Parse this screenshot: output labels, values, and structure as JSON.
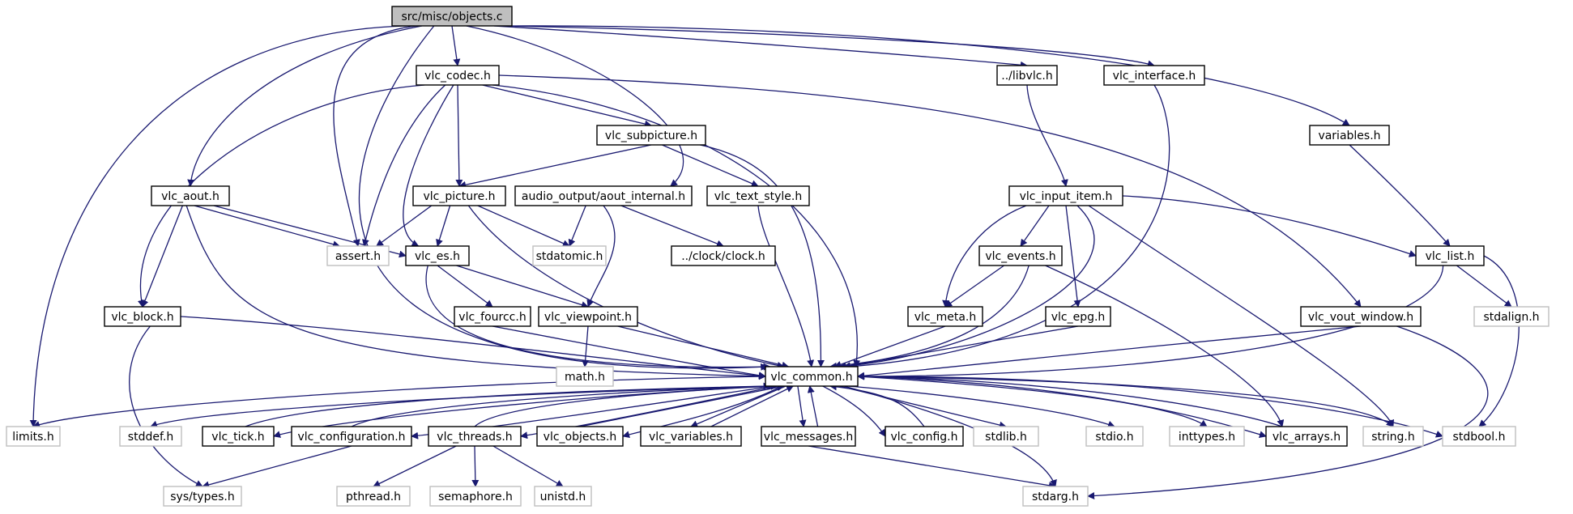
{
  "colors": {
    "edge": "#191970",
    "root_fill": "#bfbfbf",
    "node_border": "#000000",
    "ghost_border": "#bfbfbf",
    "node_fill": "#ffffff"
  },
  "nodes": [
    {
      "id": "root",
      "label": "src/misc/objects.c",
      "kind": "root"
    },
    {
      "id": "vlc_codec",
      "label": "vlc_codec.h",
      "kind": "normal"
    },
    {
      "id": "libvlc",
      "label": "../libvlc.h",
      "kind": "normal"
    },
    {
      "id": "vlc_interface",
      "label": "vlc_interface.h",
      "kind": "normal"
    },
    {
      "id": "variables",
      "label": "variables.h",
      "kind": "normal"
    },
    {
      "id": "vlc_subpicture",
      "label": "vlc_subpicture.h",
      "kind": "normal"
    },
    {
      "id": "vlc_aout",
      "label": "vlc_aout.h",
      "kind": "normal"
    },
    {
      "id": "vlc_picture",
      "label": "vlc_picture.h",
      "kind": "normal"
    },
    {
      "id": "aout_internal",
      "label": "audio_output/aout_internal.h",
      "kind": "normal"
    },
    {
      "id": "vlc_text_style",
      "label": "vlc_text_style.h",
      "kind": "normal"
    },
    {
      "id": "vlc_input_item",
      "label": "vlc_input_item.h",
      "kind": "normal"
    },
    {
      "id": "assert",
      "label": "assert.h",
      "kind": "ghost"
    },
    {
      "id": "vlc_es",
      "label": "vlc_es.h",
      "kind": "normal"
    },
    {
      "id": "stdatomic",
      "label": "stdatomic.h",
      "kind": "ghost"
    },
    {
      "id": "clock",
      "label": "../clock/clock.h",
      "kind": "normal"
    },
    {
      "id": "vlc_events",
      "label": "vlc_events.h",
      "kind": "normal"
    },
    {
      "id": "vlc_list",
      "label": "vlc_list.h",
      "kind": "normal"
    },
    {
      "id": "vlc_block",
      "label": "vlc_block.h",
      "kind": "normal"
    },
    {
      "id": "vlc_fourcc",
      "label": "vlc_fourcc.h",
      "kind": "normal"
    },
    {
      "id": "vlc_viewpoint",
      "label": "vlc_viewpoint.h",
      "kind": "normal"
    },
    {
      "id": "vlc_meta",
      "label": "vlc_meta.h",
      "kind": "normal"
    },
    {
      "id": "vlc_epg",
      "label": "vlc_epg.h",
      "kind": "normal"
    },
    {
      "id": "vlc_vout_window",
      "label": "vlc_vout_window.h",
      "kind": "normal"
    },
    {
      "id": "stdalign",
      "label": "stdalign.h",
      "kind": "ghost"
    },
    {
      "id": "math",
      "label": "math.h",
      "kind": "ghost"
    },
    {
      "id": "vlc_common",
      "label": "vlc_common.h",
      "kind": "normal"
    },
    {
      "id": "limits",
      "label": "limits.h",
      "kind": "ghost"
    },
    {
      "id": "stddef",
      "label": "stddef.h",
      "kind": "ghost"
    },
    {
      "id": "vlc_tick",
      "label": "vlc_tick.h",
      "kind": "normal"
    },
    {
      "id": "vlc_configuration",
      "label": "vlc_configuration.h",
      "kind": "normal"
    },
    {
      "id": "vlc_threads",
      "label": "vlc_threads.h",
      "kind": "normal"
    },
    {
      "id": "vlc_objects",
      "label": "vlc_objects.h",
      "kind": "normal"
    },
    {
      "id": "vlc_variables",
      "label": "vlc_variables.h",
      "kind": "normal"
    },
    {
      "id": "vlc_messages",
      "label": "vlc_messages.h",
      "kind": "normal"
    },
    {
      "id": "vlc_config",
      "label": "vlc_config.h",
      "kind": "normal"
    },
    {
      "id": "stdlib",
      "label": "stdlib.h",
      "kind": "ghost"
    },
    {
      "id": "stdio",
      "label": "stdio.h",
      "kind": "ghost"
    },
    {
      "id": "inttypes",
      "label": "inttypes.h",
      "kind": "ghost"
    },
    {
      "id": "vlc_arrays",
      "label": "vlc_arrays.h",
      "kind": "normal"
    },
    {
      "id": "string",
      "label": "string.h",
      "kind": "ghost"
    },
    {
      "id": "stdbool",
      "label": "stdbool.h",
      "kind": "ghost"
    },
    {
      "id": "sys_types",
      "label": "sys/types.h",
      "kind": "ghost"
    },
    {
      "id": "pthread",
      "label": "pthread.h",
      "kind": "ghost"
    },
    {
      "id": "semaphore",
      "label": "semaphore.h",
      "kind": "ghost"
    },
    {
      "id": "unistd",
      "label": "unistd.h",
      "kind": "ghost"
    },
    {
      "id": "stdarg",
      "label": "stdarg.h",
      "kind": "ghost"
    }
  ]
}
